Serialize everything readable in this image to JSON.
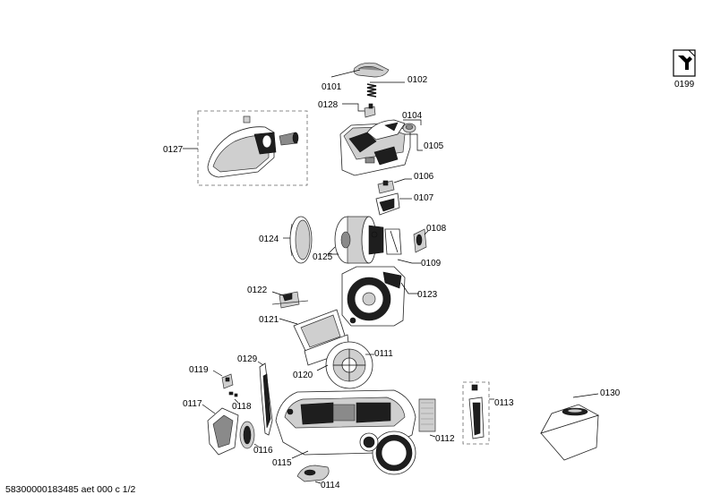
{
  "parts": {
    "p0101": "0101",
    "p0102": "0102",
    "p0128": "0128",
    "p0104": "0104",
    "p0105": "0105",
    "p0127": "0127",
    "p0106": "0106",
    "p0107": "0107",
    "p0124": "0124",
    "p0125": "0125",
    "p0108": "0108",
    "p0109": "0109",
    "p0122": "0122",
    "p0123": "0123",
    "p0121": "0121",
    "p0119": "0119",
    "p0129": "0129",
    "p0120": "0120",
    "p0111": "0111",
    "p0117": "0117",
    "p0118": "0118",
    "p0113": "0113",
    "p0130": "0130",
    "p0112": "0112",
    "p0116": "0116",
    "p0115": "0115",
    "p0114": "0114",
    "p0199": "0199"
  },
  "footer": {
    "doc_id": "58300000183485 aet 000 c 1/2"
  },
  "icons": {
    "service_tool": "wrench-document-icon"
  }
}
